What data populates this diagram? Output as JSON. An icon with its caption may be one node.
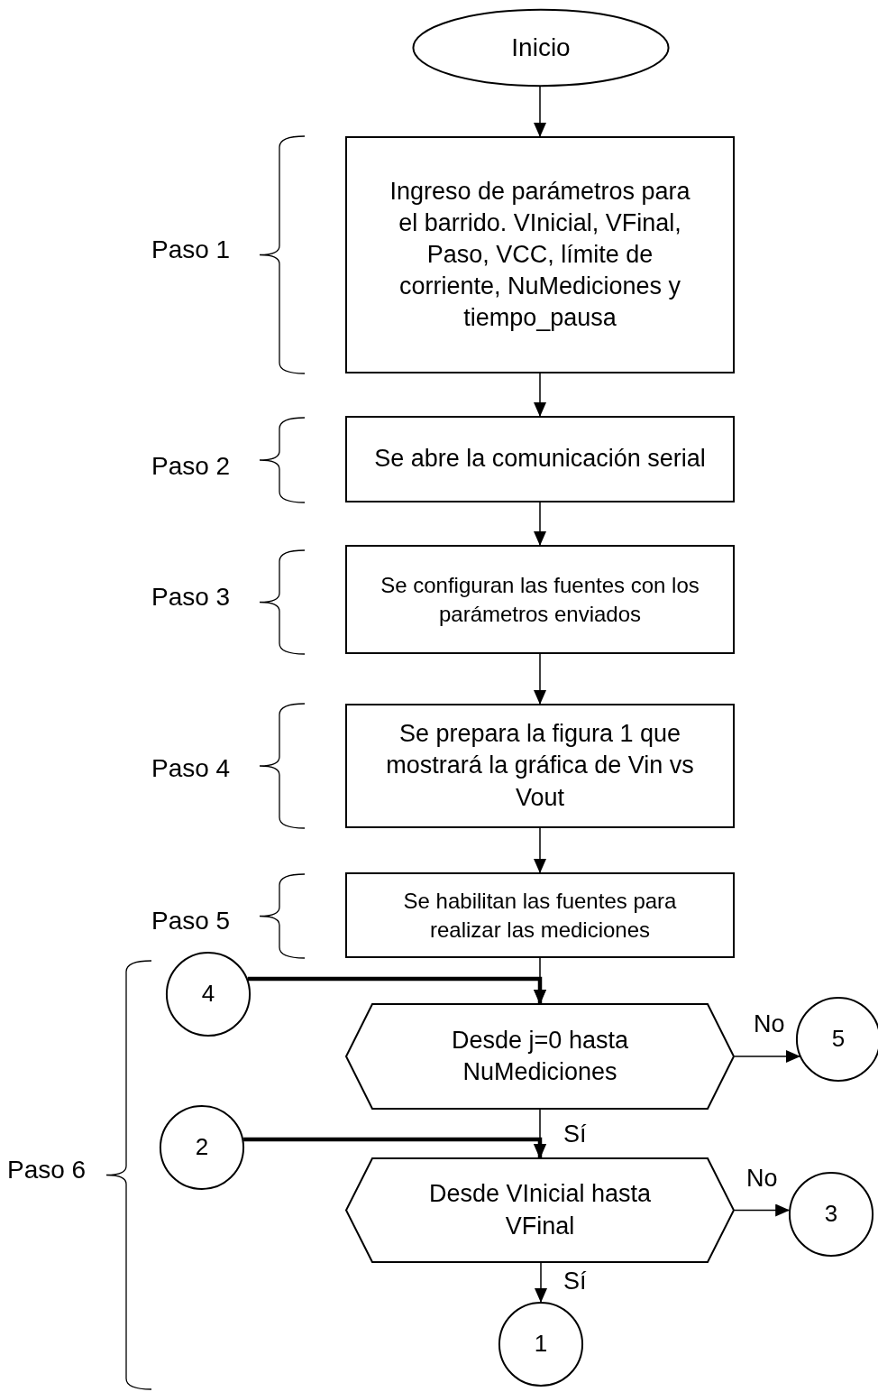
{
  "diagram": {
    "nodes": [
      {
        "text": [
          "Inicio"
        ]
      },
      {
        "text": [
          "Ingreso de parámetros para el barrido. VInicial, VFinal, Paso, VCC, límite de corriente, NuMediciones y tiempo_pausa"
        ]
      },
      {
        "text": [
          "Se abre la comunicación serial"
        ]
      },
      {
        "text": [
          "Se configuran las fuentes con los parámetros enviados"
        ]
      },
      {
        "text": [
          "Se prepara la figura 1 que mostrará la gráfica de Vin vs Vout"
        ]
      },
      {
        "text": [
          "Se habilitan las fuentes para realizar las mediciones"
        ]
      },
      {
        "text": [
          "4"
        ]
      },
      {
        "text": [
          "Desde j=0 hasta NuMediciones"
        ]
      },
      {
        "text": [
          "5"
        ]
      },
      {
        "text": [
          "2"
        ]
      },
      {
        "text": [
          "Desde VInicial hasta VFinal"
        ]
      },
      {
        "text": [
          "3"
        ]
      },
      {
        "text": [
          "1"
        ]
      }
    ],
    "edges": [
      {
        "from": 0,
        "to": 1,
        "arrow": "to"
      },
      {
        "from": 1,
        "to": 2,
        "arrow": "to"
      },
      {
        "from": 2,
        "to": 3,
        "arrow": "to"
      },
      {
        "from": 3,
        "to": 4,
        "arrow": "to"
      },
      {
        "from": 4,
        "to": 5,
        "arrow": "to"
      },
      {
        "from": 5,
        "to": 7,
        "arrow": "to"
      },
      {
        "from": 6,
        "to": 7,
        "arrow": "to",
        "style": "thick"
      },
      {
        "from": 7,
        "to": 8,
        "arrow": "to",
        "label": "No"
      },
      {
        "from": 7,
        "to": 10,
        "arrow": "to",
        "label": "Sí"
      },
      {
        "from": 9,
        "to": 10,
        "arrow": "to",
        "style": "thick"
      },
      {
        "from": 10,
        "to": 11,
        "arrow": "to",
        "label": "No"
      },
      {
        "from": 10,
        "to": 12,
        "arrow": "to",
        "label": "Sí"
      }
    ],
    "labels": [
      "Paso 1",
      "Paso 2",
      "Paso 3",
      "Paso 4",
      "Paso 5",
      "Paso 6"
    ]
  }
}
